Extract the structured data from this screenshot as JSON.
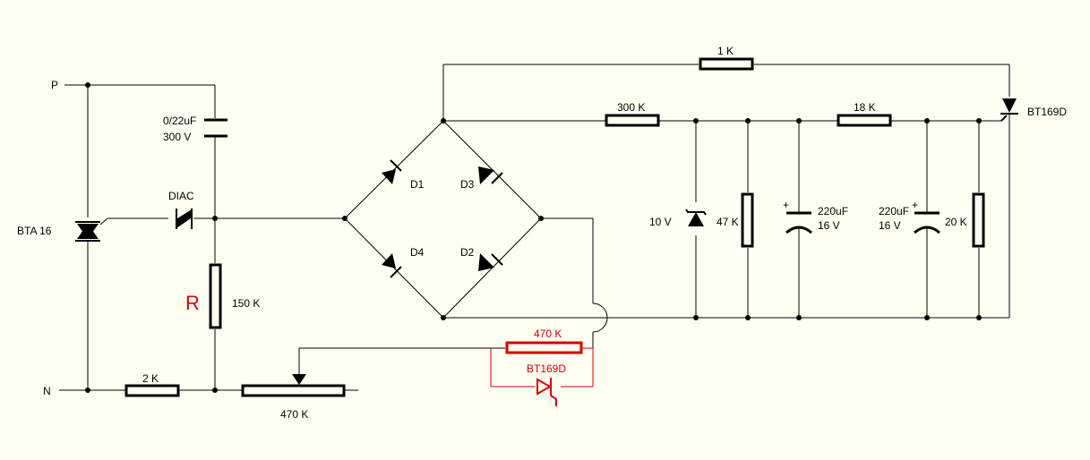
{
  "colors": {
    "background": "#fffff1",
    "wire": "#000000",
    "highlight": "#d40000"
  },
  "labels": {
    "p": "P",
    "n": "N",
    "bta": "BTA 16",
    "diac": "DIAC",
    "cap_value": "0/22uF",
    "cap_voltage": "300 V",
    "r_marker": "R",
    "r150": "150 K",
    "r2k": "2 K",
    "pot": "470 K",
    "d1": "D1",
    "d2": "D2",
    "d3": "D3",
    "d4": "D4",
    "r1k": "1 K",
    "r300k": "300 K",
    "r18k": "18 K",
    "zener": "10 V",
    "r47k": "47 K",
    "c1_value": "220uF",
    "c1_voltage": "16 V",
    "c2_value": "220uF",
    "c2_voltage": "16 V",
    "r20k": "20 K",
    "scr_top": "BT169D",
    "red_res": "470 K",
    "red_scr": "BT169D",
    "plus": "+"
  }
}
